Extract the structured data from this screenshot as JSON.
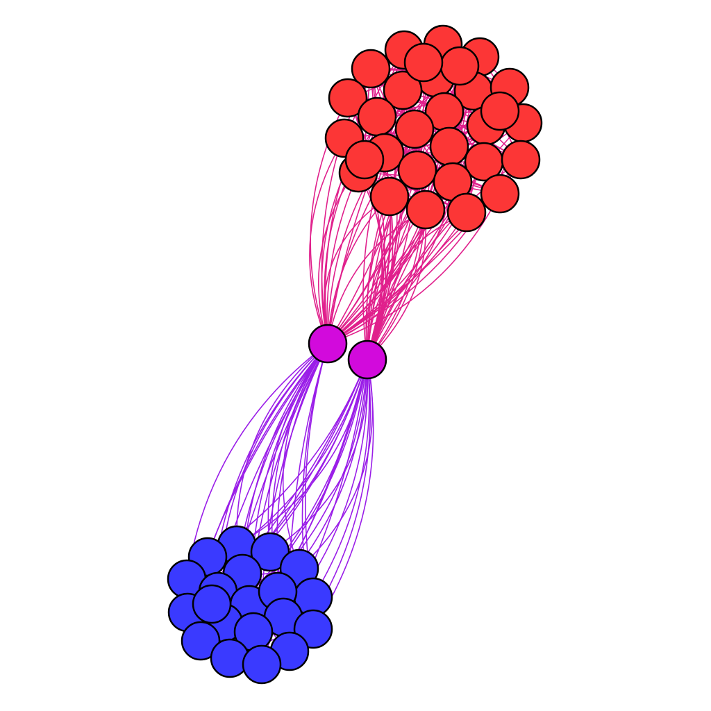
{
  "graph": {
    "type": "network",
    "groups": [
      {
        "id": "red",
        "color": "#fc3636",
        "edge_color": "#e0208c",
        "node_count": 30
      },
      {
        "id": "blue",
        "color": "#3a3aff",
        "edge_color": "#9a1ee8",
        "node_count": 20
      },
      {
        "id": "bridge",
        "color": "#d20adc",
        "node_count": 2
      }
    ],
    "node_stroke": "#000000"
  }
}
